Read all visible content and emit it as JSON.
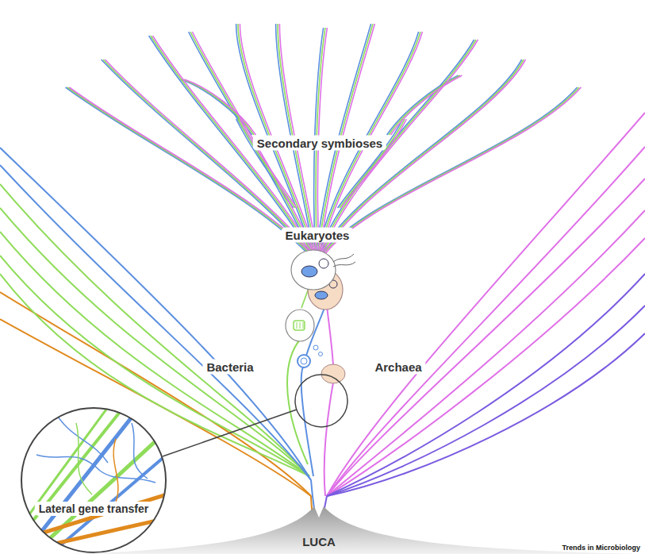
{
  "diagram": {
    "nodes": [
      {
        "text": [
          "Lateral gene transfer"
        ]
      },
      {
        "text": [
          "LUCA"
        ]
      }
    ],
    "labels": [
      "Secondary symbioses",
      "Eukaryotes",
      "Bacteria",
      "Archaea",
      "Trends in Microbiology"
    ]
  }
}
